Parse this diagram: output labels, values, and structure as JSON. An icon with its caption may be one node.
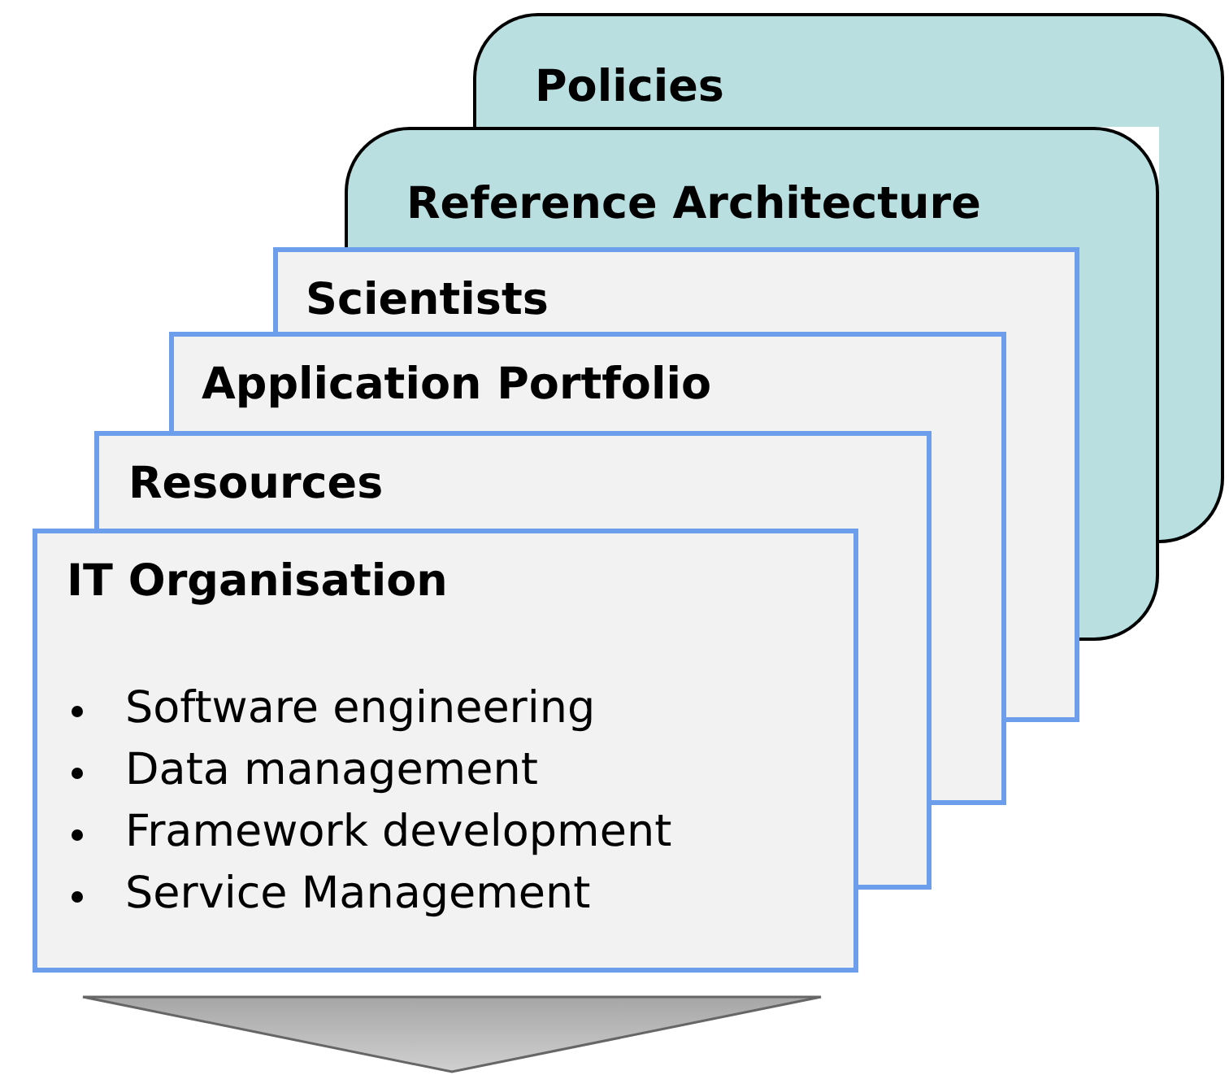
{
  "diagram": {
    "nodes": [
      {
        "text": [
          "Policies"
        ]
      },
      {
        "text": [
          "Reference Architecture"
        ]
      },
      {
        "text": [
          "Scientists"
        ]
      },
      {
        "text": [
          "Application Portfolio"
        ]
      },
      {
        "text": [
          "Resources"
        ]
      },
      {
        "text": [
          "IT Organisation",
          "Software engineering",
          "Data management",
          "Framework development",
          "Service Management"
        ]
      }
    ]
  }
}
